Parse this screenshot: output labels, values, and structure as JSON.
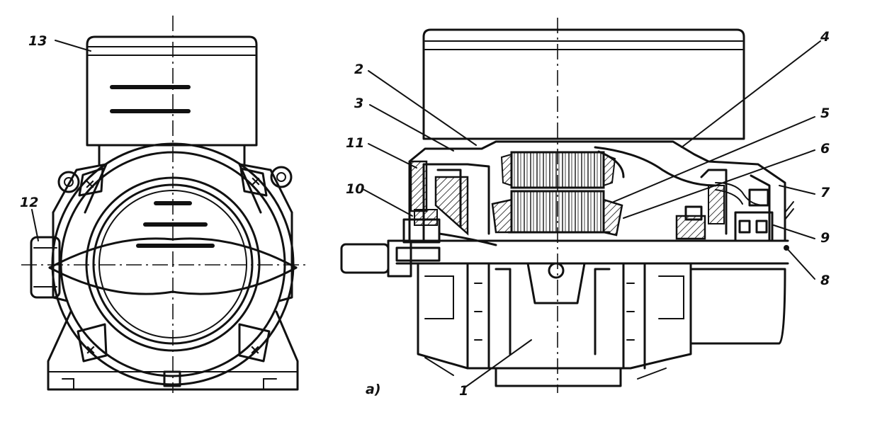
{
  "callouts": {
    "c1": "1",
    "c2": "2",
    "c3": "3",
    "c4": "4",
    "c5": "5",
    "c6": "6",
    "c7": "7",
    "c8": "8",
    "c9": "9",
    "c10": "10",
    "c11": "11",
    "c12": "12",
    "c13": "13"
  },
  "caption": "a)"
}
